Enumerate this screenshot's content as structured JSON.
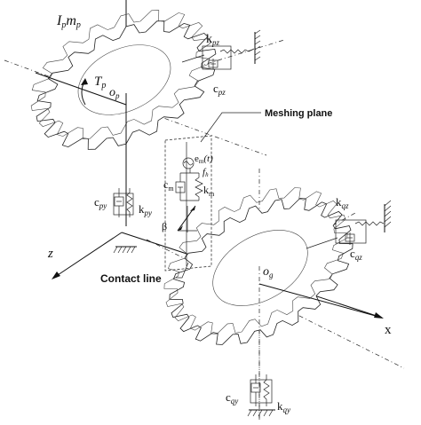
{
  "gear_p": {
    "inertia_label": "I",
    "inertia_sub": "p",
    "mass_label": "m",
    "mass_sub": "p",
    "torque_label": "T",
    "torque_sub": "p",
    "center_label": "o",
    "center_sub": "p",
    "stiffness_z": "k",
    "stiffness_z_sub": "pz",
    "damping_z": "c",
    "damping_z_sub": "pz",
    "stiffness_y": "k",
    "stiffness_y_sub": "py",
    "damping_y": "c",
    "damping_y_sub": "py"
  },
  "gear_g": {
    "center_label": "o",
    "center_sub": "g",
    "stiffness_z": "k",
    "stiffness_z_sub": "qz",
    "damping_z": "c",
    "damping_z_sub": "qz",
    "stiffness_y": "k",
    "stiffness_y_sub": "qy",
    "damping_y": "c",
    "damping_y_sub": "qy"
  },
  "mesh": {
    "plane_label": "Meshing plane",
    "contact_label": "Contact line",
    "error_label": "e",
    "error_sub": "m",
    "error_arg": "(t)",
    "backlash_label": "f",
    "backlash_sub": "h",
    "stiffness": "k",
    "stiffness_sub": "m",
    "damping": "c",
    "damping_sub": "m",
    "helix_angle": "β"
  },
  "axes": {
    "x": "x",
    "z": "z"
  }
}
